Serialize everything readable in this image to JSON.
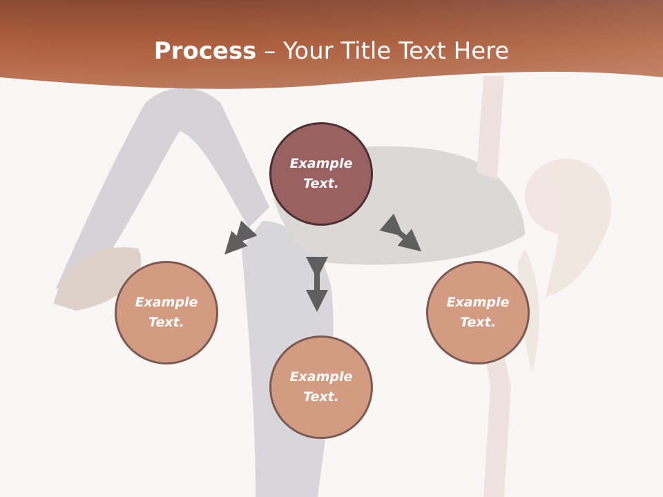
{
  "slide": {
    "title_bold": "Process",
    "title_rest": " – Your Title Text Here"
  },
  "nodes": {
    "top": {
      "line1": "Example",
      "line2": "Text."
    },
    "left": {
      "line1": "Example",
      "line2": "Text."
    },
    "right": {
      "line1": "Example",
      "line2": "Text."
    },
    "bottom": {
      "line1": "Example",
      "line2": "Text."
    }
  },
  "colors": {
    "header": "#b0603e",
    "top_node": "#9a6163",
    "outer_nodes": "#d29b82",
    "arrows": "#5f5f5f"
  }
}
